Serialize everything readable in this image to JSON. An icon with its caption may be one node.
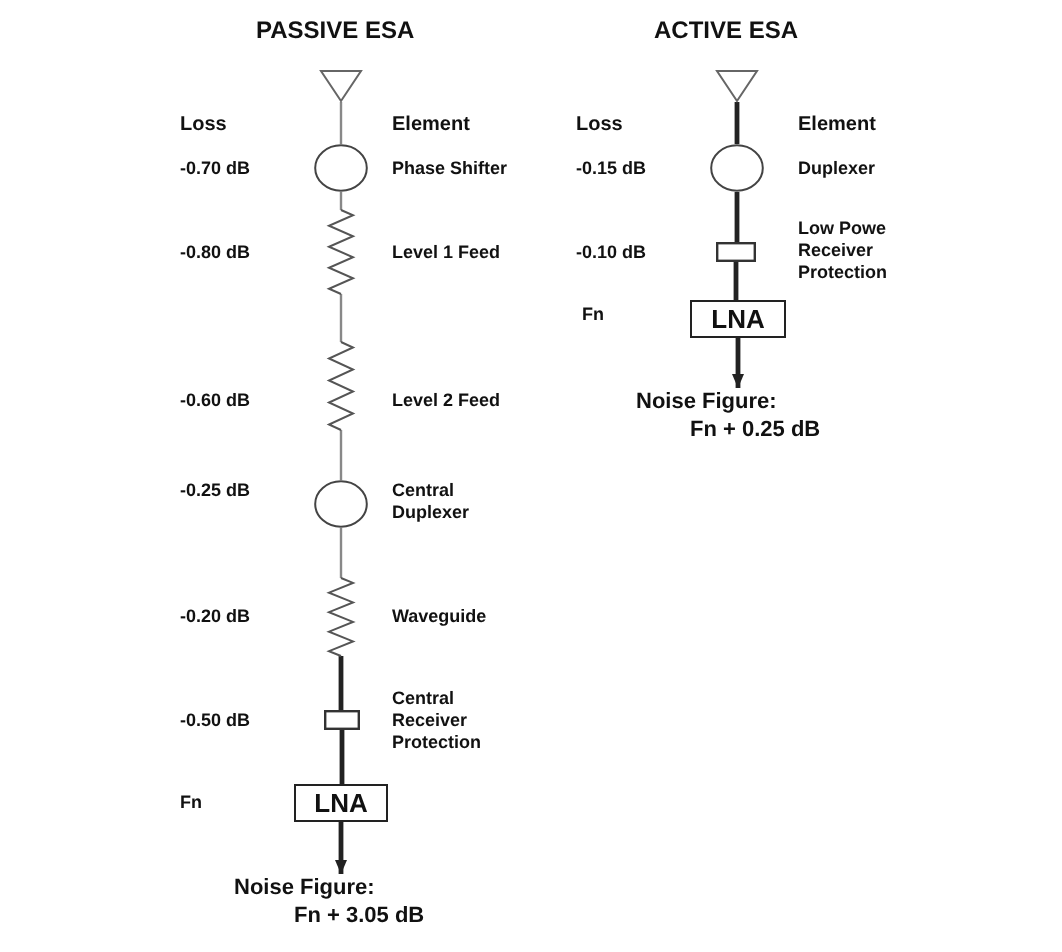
{
  "diagram": {
    "nodes": [
      {
        "text": [],
        "shape": "triangle"
      },
      {
        "text": [],
        "shape": "circle",
        "beside": [
          "Phase Shifter"
        ]
      },
      {
        "text": [],
        "shape": "zigzag",
        "beside": [
          "Level 1 Feed"
        ]
      },
      {
        "text": [],
        "shape": "zigzag",
        "beside": [
          "Level 2 Feed"
        ]
      },
      {
        "text": [],
        "shape": "circle",
        "beside": [
          "Central Duplexer"
        ]
      },
      {
        "text": [],
        "shape": "zigzag",
        "beside": [
          "Waveguide"
        ]
      },
      {
        "text": [],
        "shape": "box",
        "beside": [
          "Central Receiver Protection"
        ]
      },
      {
        "text": [
          "LNA"
        ]
      },
      {
        "text": [
          "Noise Figure:",
          "Fn + 3.05 dB"
        ]
      },
      {
        "text": [],
        "shape": "triangle"
      },
      {
        "text": [],
        "shape": "circle",
        "beside": [
          "Duplexer"
        ]
      },
      {
        "text": [],
        "shape": "box"
      },
      {
        "text": [
          "LNA"
        ]
      },
      {
        "text": [
          "Noise Figure:",
          "Fn + 0.25 dB"
        ]
      }
    ],
    "edges": [
      {
        "from": 0,
        "to": 1,
        "arrow": "none",
        "color": "#888888"
      },
      {
        "from": 1,
        "to": 2,
        "arrow": "none",
        "color": "#888888"
      },
      {
        "from": 2,
        "to": 3,
        "arrow": "none",
        "color": "#888888"
      },
      {
        "from": 3,
        "to": 4,
        "arrow": "none",
        "color": "#888888"
      },
      {
        "from": 4,
        "to": 5,
        "arrow": "none",
        "color": "#888888"
      },
      {
        "from": 5,
        "to": 6,
        "arrow": "none"
      },
      {
        "from": 6,
        "to": 7,
        "arrow": "none"
      },
      {
        "from": 7,
        "to": 8,
        "arrow": "to"
      },
      {
        "from": 9,
        "to": 10,
        "arrow": "none"
      },
      {
        "from": 10,
        "to": 11,
        "arrow": "none"
      },
      {
        "from": 11,
        "to": 12,
        "arrow": "none"
      },
      {
        "from": 12,
        "to": 13,
        "arrow": "to"
      }
    ],
    "labels": [
      "PASSIVE ESA",
      "ACTIVE ESA",
      "Loss",
      "Element",
      "Loss",
      "Element",
      "-0.70 dB",
      "-0.15 dB",
      "Low Powe Receiver Protection",
      "-0.80 dB",
      "-0.10 dB",
      "Fn",
      "-0.60 dB",
      "-0.25 dB",
      "-0.20 dB",
      "-0.50 dB",
      "Fn"
    ]
  }
}
